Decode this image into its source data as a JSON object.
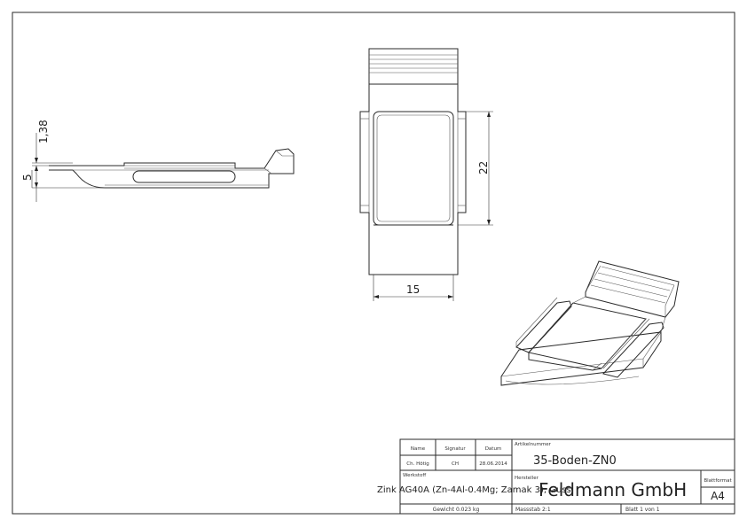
{
  "dimensions": {
    "side_top": "1,38",
    "side_height": "5",
    "front_height": "22",
    "front_width": "15"
  },
  "title_block": {
    "name_header": "Name",
    "signature_header": "Signatur",
    "date_header": "Datum",
    "name_value": "Ch. Hötig",
    "signature_value": "CH",
    "date_value": "28.06.2014",
    "article_label": "Artikelnummer",
    "article_value": "35-Boden-ZN0",
    "material_label": "Werkstoff",
    "material_value": "Zink AG40A (Zn-4Al-0.4Mg; Zamak 3), Guss",
    "manufacturer_label": "Hersteller",
    "manufacturer_value": "Feldmann GmbH",
    "format_label": "Blattformat",
    "format_value": "A4",
    "weight": "Gewicht 0.023 kg",
    "scale": "Massstab 2:1",
    "sheet": "Blatt 1 von 1"
  }
}
